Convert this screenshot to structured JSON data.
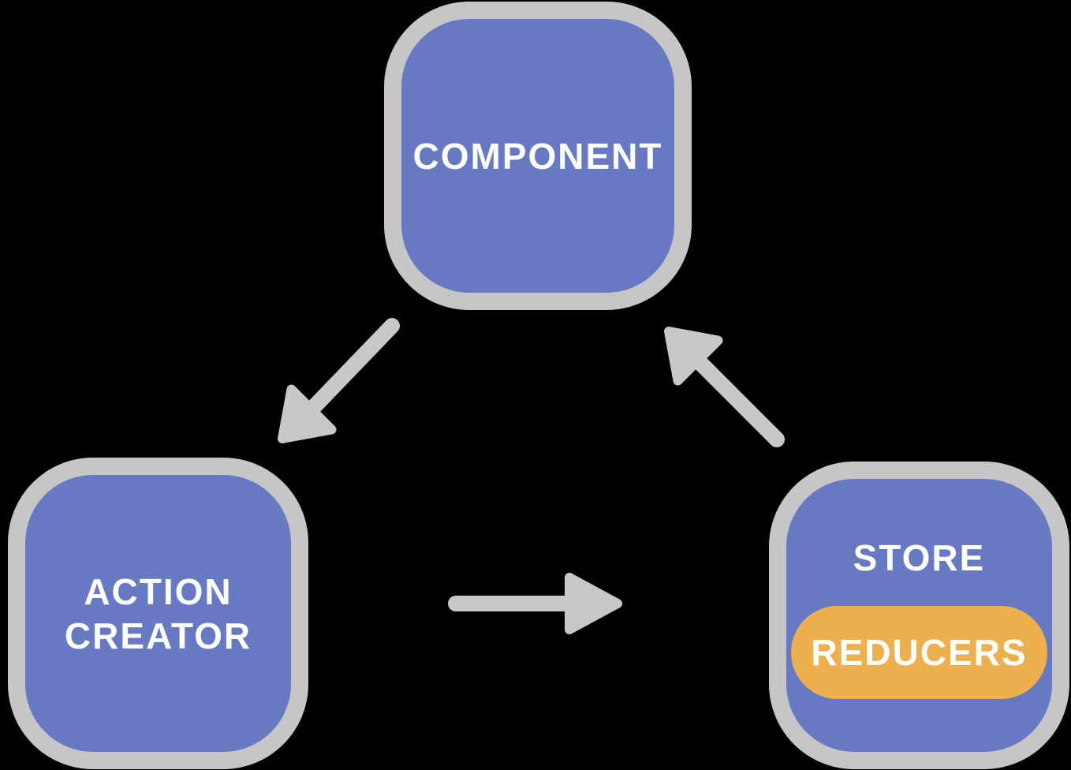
{
  "nodes": {
    "component": {
      "label": "COMPONENT"
    },
    "action_creator": {
      "line1": "ACTION",
      "line2": "CREATOR"
    },
    "store": {
      "label": "STORE",
      "reducers_label": "REDUCERS"
    }
  },
  "arrows": [
    {
      "name": "component-to-action-creator",
      "direction": "down-left"
    },
    {
      "name": "action-creator-to-store",
      "direction": "right"
    },
    {
      "name": "store-to-component",
      "direction": "up-right"
    }
  ],
  "colors": {
    "background": "#000000",
    "node_fill": "#6679c2",
    "node_border": "#c6c6c6",
    "reducers_fill": "#eeb04e",
    "arrow": "#c8c8c8",
    "text": "#ffffff"
  }
}
